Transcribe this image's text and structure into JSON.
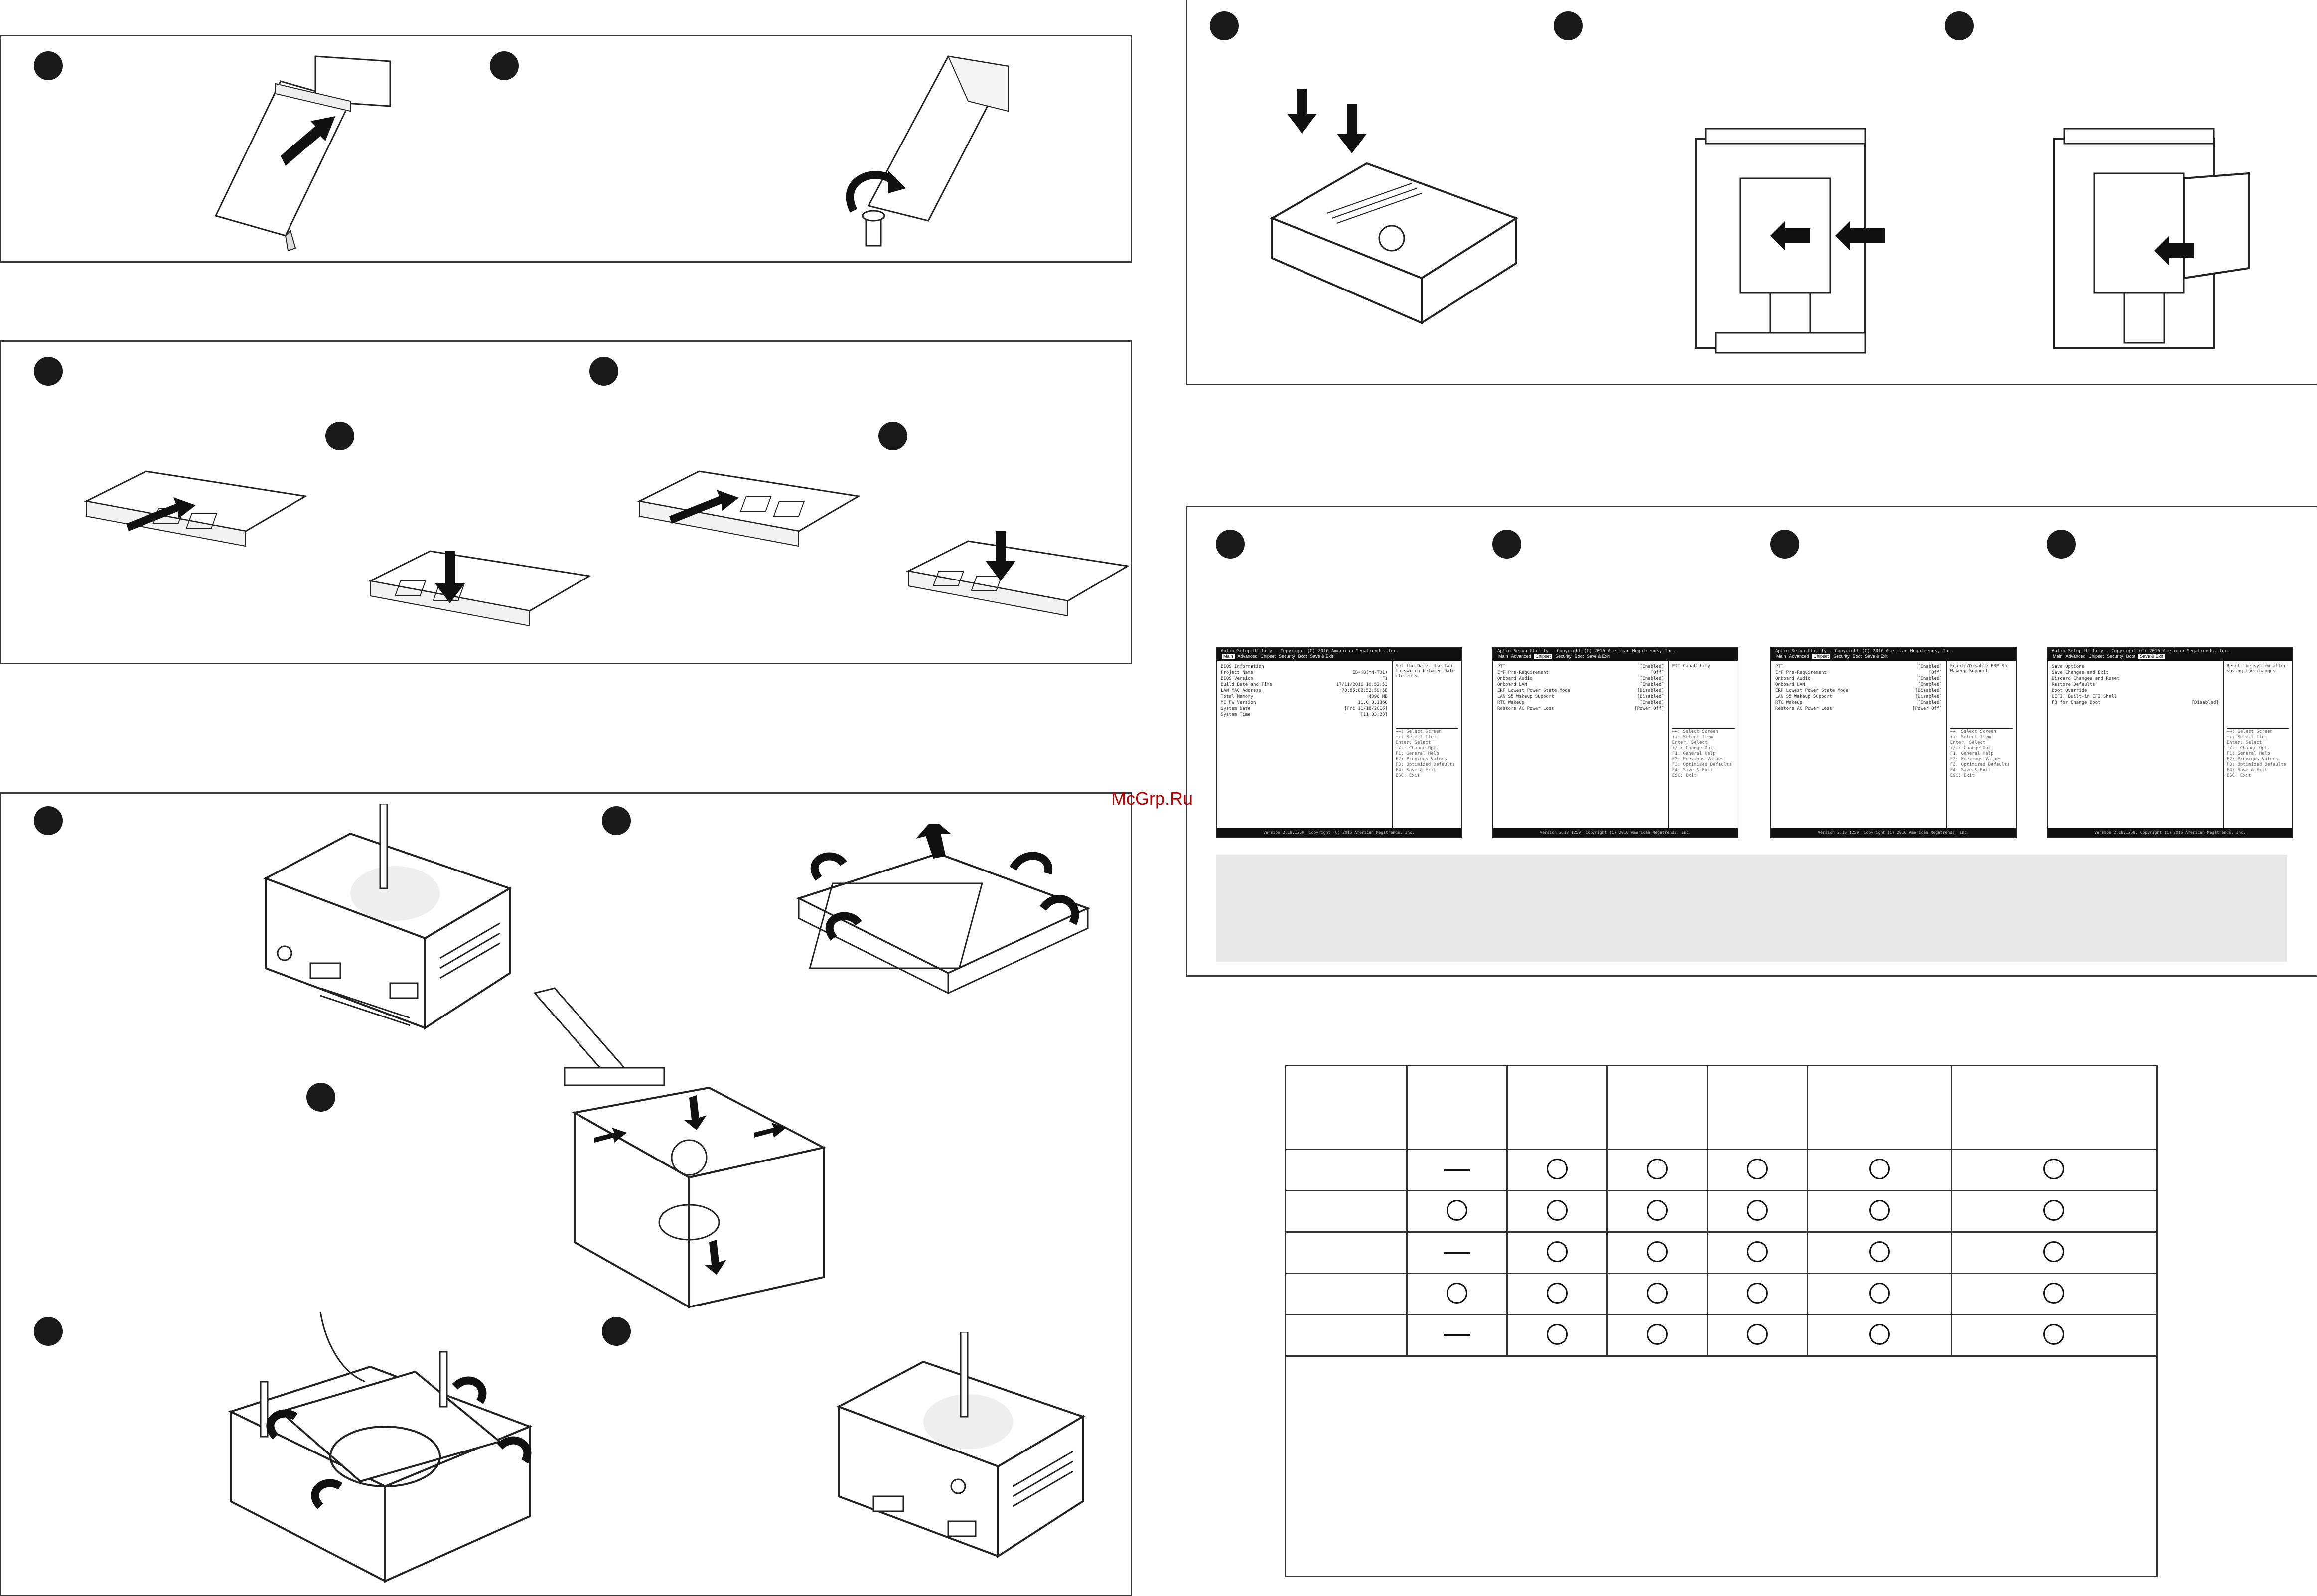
{
  "watermark": "McGrp.Ru",
  "bios_screens": [
    {
      "title": "Aptio Setup Utility - Copyright (C) 2016 American Megatrends, Inc.",
      "tabs": [
        "Main",
        "Advanced",
        "Chipset",
        "Security",
        "Boot",
        "Save & Exit"
      ],
      "active_tab": "Main",
      "rows": [
        [
          "BIOS Information",
          ""
        ],
        [
          "Project Name",
          "EB-KB(YN-T01)"
        ],
        [
          "BIOS Version",
          "F1"
        ],
        [
          "Build Date and Time",
          "17/11/2016 10:52:53"
        ],
        [
          "LAN MAC Address",
          "70:85:0B:52:59:5E"
        ],
        [
          "Total Memory",
          "4096 MB"
        ],
        [
          "ME FW Version",
          "11.0.0.1060"
        ],
        [
          "System Date",
          "[Fri 11/18/2016]"
        ],
        [
          "System Time",
          "[11:03:28]"
        ]
      ],
      "help": "Set the Date. Use Tab to switch between Date elements.",
      "keys": [
        "→←: Select Screen",
        "↑↓: Select Item",
        "Enter: Select",
        "+/-: Change Opt.",
        "F1: General Help",
        "F2: Previous Values",
        "F3: Optimized Defaults",
        "F4: Save & Exit",
        "ESC: Exit"
      ],
      "footer": "Version 2.18.1259. Copyright (C) 2016 American Megatrends, Inc."
    },
    {
      "title": "Aptio Setup Utility - Copyright (C) 2016 American Megatrends, Inc.",
      "tabs": [
        "Main",
        "Advanced",
        "Chipset",
        "Security",
        "Boot",
        "Save & Exit"
      ],
      "active_tab": "Chipset",
      "rows": [
        [
          "PTT",
          "[Enabled]"
        ],
        [
          "ErP Pre-Requirement",
          "[Off]"
        ],
        [
          "Onboard Audio",
          "[Enabled]"
        ],
        [
          "Onboard LAN",
          "[Enabled]"
        ],
        [
          "ERP Lowest Power State Mode",
          "[Disabled]"
        ],
        [
          "LAN S5 Wakeup Support",
          "[Disabled]"
        ],
        [
          "RTC Wakeup",
          "[Enabled]"
        ],
        [
          "Restore AC Power Loss",
          "[Power Off]"
        ]
      ],
      "help": "PTT Capability",
      "keys": [
        "→←: Select Screen",
        "↑↓: Select Item",
        "Enter: Select",
        "+/-: Change Opt.",
        "F1: General Help",
        "F2: Previous Values",
        "F3: Optimized Defaults",
        "F4: Save & Exit",
        "ESC: Exit"
      ],
      "footer": "Version 2.18.1259. Copyright (C) 2016 American Megatrends, Inc."
    },
    {
      "title": "Aptio Setup Utility - Copyright (C) 2016 American Megatrends, Inc.",
      "tabs": [
        "Main",
        "Advanced",
        "Chipset",
        "Security",
        "Boot",
        "Save & Exit"
      ],
      "active_tab": "Chipset",
      "rows": [
        [
          "PTT",
          "[Enabled]"
        ],
        [
          "ErP Pre-Requirement",
          "[Off]"
        ],
        [
          "Onboard Audio",
          "[Enabled]"
        ],
        [
          "Onboard LAN",
          "[Enabled]"
        ],
        [
          "ERP Lowest Power State Mode",
          "[Disabled]"
        ],
        [
          "LAN S5 Wakeup Support",
          "[Disabled]"
        ],
        [
          "RTC Wakeup",
          "[Enabled]"
        ],
        [
          "Restore AC Power Loss",
          "[Power Off]"
        ]
      ],
      "help": "Enable/Disable ERP S5 Wakeup Support",
      "keys": [
        "→←: Select Screen",
        "↑↓: Select Item",
        "Enter: Select",
        "+/-: Change Opt.",
        "F1: General Help",
        "F2: Previous Values",
        "F3: Optimized Defaults",
        "F4: Save & Exit",
        "ESC: Exit"
      ],
      "footer": "Version 2.18.1259. Copyright (C) 2016 American Megatrends, Inc."
    },
    {
      "title": "Aptio Setup Utility - Copyright (C) 2016 American Megatrends, Inc.",
      "tabs": [
        "Main",
        "Advanced",
        "Chipset",
        "Security",
        "Boot",
        "Save & Exit"
      ],
      "active_tab": "Save & Exit",
      "rows": [
        [
          "Save Options",
          ""
        ],
        [
          "Save Changes and Exit",
          ""
        ],
        [
          "Discard Changes and Reset",
          ""
        ],
        [
          "Restore Defaults",
          ""
        ],
        [
          "Boot Override",
          ""
        ],
        [
          "UEFI: Built-in EFI Shell",
          ""
        ],
        [
          "F8 for Change Boot",
          "[Disabled]"
        ]
      ],
      "help": "Reset the system after saving the changes.",
      "keys": [
        "→←: Select Screen",
        "↑↓: Select Item",
        "Enter: Select",
        "+/-: Change Opt.",
        "F1: General Help",
        "F2: Previous Values",
        "F3: Optimized Defaults",
        "F4: Save & Exit",
        "ESC: Exit"
      ],
      "footer": "Version 2.18.1259. Copyright (C) 2016 American Megatrends, Inc."
    }
  ],
  "hazard_table": {
    "rows": [
      [
        "dash",
        "circle",
        "circle",
        "circle",
        "circle",
        "circle"
      ],
      [
        "circle",
        "circle",
        "circle",
        "circle",
        "circle",
        "circle"
      ],
      [
        "dash",
        "circle",
        "circle",
        "circle",
        "circle",
        "circle"
      ],
      [
        "circle",
        "circle",
        "circle",
        "circle",
        "circle",
        "circle"
      ],
      [
        "dash",
        "circle",
        "circle",
        "circle",
        "circle",
        "circle"
      ]
    ]
  },
  "colors": {
    "ink": "#1a1a1a",
    "panel_border": "#3a3a3a",
    "note_bg": "#e8e8e8",
    "watermark": "#b70000"
  }
}
